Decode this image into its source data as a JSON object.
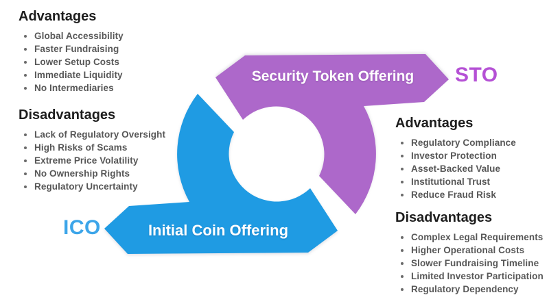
{
  "diagram": {
    "sto": {
      "abbr": "STO",
      "banner_label": "Security Token Offering"
    },
    "ico": {
      "abbr": "ICO",
      "banner_label": "Initial Coin Offering"
    }
  },
  "ico_pros": {
    "title": "Advantages",
    "items": [
      "Global Accessibility",
      "Faster Fundraising",
      "Lower Setup Costs",
      "Immediate Liquidity",
      "No Intermediaries"
    ]
  },
  "ico_cons": {
    "title": "Disadvantages",
    "items": [
      "Lack of Regulatory Oversight",
      "High Risks of Scams",
      "Extreme Price Volatility",
      "No Ownership Rights",
      "Regulatory Uncertainty"
    ]
  },
  "sto_pros": {
    "title": "Advantages",
    "items": [
      "Regulatory Compliance",
      "Investor Protection",
      "Asset-Backed Value",
      "Institutional Trust",
      "Reduce Fraud Risk"
    ]
  },
  "sto_cons": {
    "title": "Disadvantages",
    "items": [
      "Complex Legal Requirements",
      "Higher Operational Costs",
      "Slower Fundraising Timeline",
      "Limited Investor Participation",
      "Regulatory Dependency"
    ]
  },
  "colors": {
    "ico_blue": "#1f9be3",
    "sto_purple": "#ad68ca",
    "ico_label_blue": "#3ca5e9",
    "sto_label_purple": "#b551d5",
    "banner_text": "#ffffff",
    "heading_text": "#1d1d1d",
    "item_text": "#575757"
  }
}
